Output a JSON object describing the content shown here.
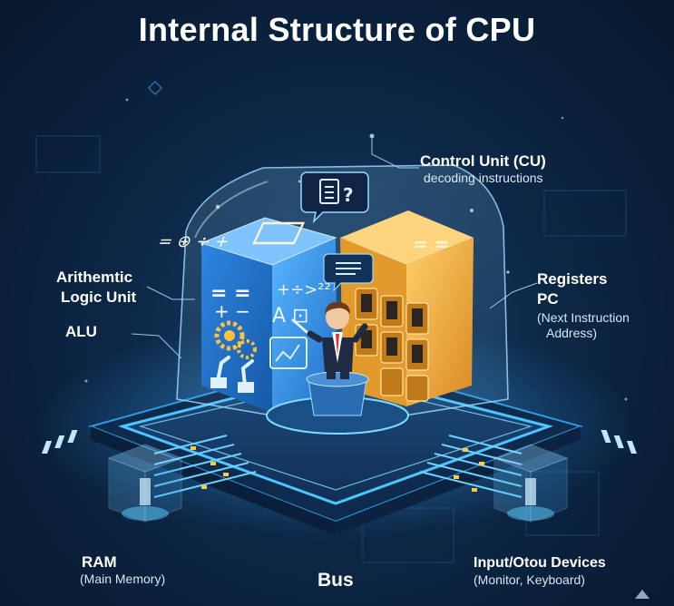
{
  "title": "Internal Structure of CPU",
  "labels": {
    "control_unit": {
      "title": "Control Unit (CU)",
      "subtitle": "decoding instructions"
    },
    "alu": {
      "line1": "Arithemtic",
      "line2": "Logic Unit",
      "abbr": "ALU"
    },
    "registers": {
      "title": "Registers",
      "line2": "PC",
      "line3": "(Next Instruction",
      "line4": "Address)"
    },
    "ram": {
      "title": "RAM",
      "subtitle": "(Main Memory)"
    },
    "io": {
      "title": "Input/Otou Devices",
      "subtitle": "(Monitor, Keyboard)"
    },
    "bus": "Bus"
  },
  "alu_cube": {
    "top_text": "= ⊕ ÷ +",
    "face_left": "= =\n+ −",
    "face_right": "+ ÷ >\nA ²²"
  },
  "colors": {
    "background": "#0c2746",
    "alu_blue": "#2f8fe6",
    "register_orange": "#f0a53a",
    "board_cyan": "#49c8ff",
    "glass": "#8fd3ff"
  },
  "icons": [
    "clipboard-question-icon",
    "list-bubble-icon",
    "gear-icon",
    "robot-arm-icon",
    "teacher-icon"
  ]
}
